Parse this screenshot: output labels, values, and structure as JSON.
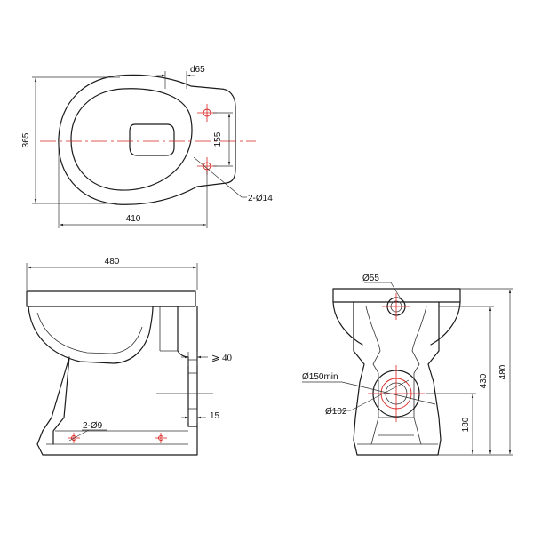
{
  "top_view": {
    "dim_depth": "365",
    "dim_length": "410",
    "dim_outlet": "d65",
    "dim_fix_spacing": "155",
    "dim_fix_holes": "2-Ø14"
  },
  "side_view": {
    "dim_total_length": "480",
    "dim_min_outlet": "⩾ 40",
    "dim_wall_gap": "15",
    "dim_floor_holes": "2-Ø9"
  },
  "front_view": {
    "dim_inlet": "Ø55",
    "dim_outlet_min": "Ø150min",
    "dim_outlet": "Ø102",
    "dim_outlet_height": "180",
    "dim_rim_height": "430",
    "dim_total_height": "480"
  },
  "colors": {
    "outline": "#1a1a1a",
    "centerline": "#d9231f"
  }
}
